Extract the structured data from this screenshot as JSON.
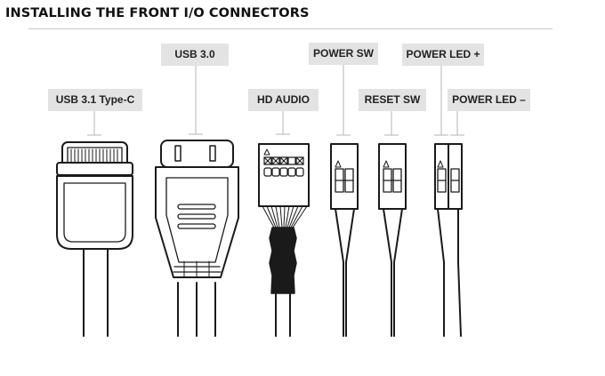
{
  "header": {
    "title": "INSTALLING THE FRONT I/O CONNECTORS"
  },
  "connectors": [
    {
      "id": "usb-c",
      "label": "USB 3.1 Type-C"
    },
    {
      "id": "usb3",
      "label": "USB 3.0"
    },
    {
      "id": "hd-audio",
      "label": "HD AUDIO"
    },
    {
      "id": "power-sw",
      "label": "POWER SW"
    },
    {
      "id": "reset-sw",
      "label": "RESET SW"
    },
    {
      "id": "power-led-plus",
      "label": "POWER LED +"
    },
    {
      "id": "power-led-minus",
      "label": "POWER LED –"
    }
  ],
  "colors": {
    "line": "#1a1a1a",
    "label_bg": "#e3e3e3",
    "leader": "#b5b5b5",
    "rule": "#c8c8c8"
  }
}
